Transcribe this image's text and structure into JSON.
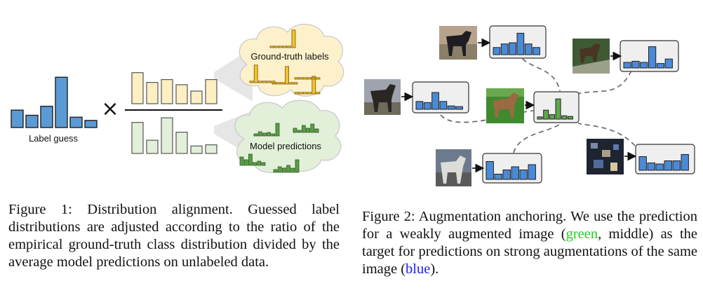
{
  "colors": {
    "label_blue": "#5b9bd5",
    "gt_yellow": "#f2c12e",
    "gt_cloud": "#fdf1cc",
    "pred_green": "#5a9e44",
    "pred_cloud": "#e2efd9",
    "light_yellow": "#fcefc2",
    "light_green": "#e2efd9",
    "weak_green": "#5fa84a",
    "strong_blue": "#4a8ad6",
    "box_gray": "#efefef",
    "dash_gray": "#707070",
    "caption_green": "#22cc22",
    "caption_blue": "#1a1aff"
  },
  "figure1": {
    "label_guess": "Label guess",
    "gt_cloud_label": "Ground-truth labels",
    "pred_cloud_label": "Model predictions",
    "operator": "×",
    "label_guess_bars": [
      0.27,
      0.19,
      0.33,
      0.78,
      0.16,
      0.11
    ],
    "numerator_bars": [
      0.54,
      0.37,
      0.42,
      0.33,
      0.22,
      0.42
    ],
    "denominator_bars": [
      0.54,
      0.23,
      0.62,
      0.37,
      0.13,
      0.15
    ],
    "gt_minis": [
      [
        0.08,
        0.08,
        0.08,
        0.08,
        0.08,
        0.9
      ],
      [
        0.08,
        0.08,
        0.08,
        0.9,
        0.08,
        0.08
      ],
      [
        0.08,
        0.9,
        0.08,
        0.08,
        0.08,
        0.08
      ],
      [
        0.08,
        0.08,
        0.08,
        0.08,
        0.9,
        0.08
      ],
      [
        0.08,
        0.08,
        0.08,
        0.08,
        0.08,
        0.08
      ]
    ],
    "pred_minis": [
      [
        0.15,
        0.3,
        0.2,
        0.25,
        0.15,
        0.9
      ],
      [
        0.3,
        0.15,
        0.5,
        0.3,
        0.6,
        0.25
      ],
      [
        0.6,
        0.4,
        0.8,
        0.2,
        0.3,
        0.2
      ],
      [
        0.2,
        0.4,
        0.3,
        0.5,
        0.3,
        0.9
      ]
    ]
  },
  "figure2": {
    "weak_bars": [
      0.1,
      0.4,
      0.2,
      0.9,
      0.15,
      0.12
    ],
    "strong_nodes": [
      {
        "name": "top",
        "bars": [
          0.3,
          0.45,
          0.5,
          0.9,
          0.45,
          0.3
        ]
      },
      {
        "name": "right-top",
        "bars": [
          0.25,
          0.3,
          0.25,
          0.95,
          0.2,
          0.4
        ]
      },
      {
        "name": "left",
        "bars": [
          0.35,
          0.3,
          0.75,
          0.35,
          0.15,
          0.12
        ]
      },
      {
        "name": "bottom",
        "bars": [
          0.85,
          0.25,
          0.45,
          0.6,
          0.45,
          0.7
        ]
      },
      {
        "name": "right-bottom",
        "bars": [
          0.65,
          0.35,
          0.3,
          0.45,
          0.45,
          0.75
        ]
      }
    ]
  },
  "captions": {
    "fig1": "Figure 1: Distribution alignment. Guessed label distributions are adjusted according to the ratio of the empirical ground-truth class distribution divided by the average model predictions on unlabeled data.",
    "fig2_pre": "Figure 2:  Augmentation anchoring.  We use the prediction for a weakly augmented image (",
    "fig2_green": "green",
    "fig2_mid": ", middle) as the target for predictions on strong augmentations of the same image (",
    "fig2_blue": "blue",
    "fig2_post": ")."
  }
}
